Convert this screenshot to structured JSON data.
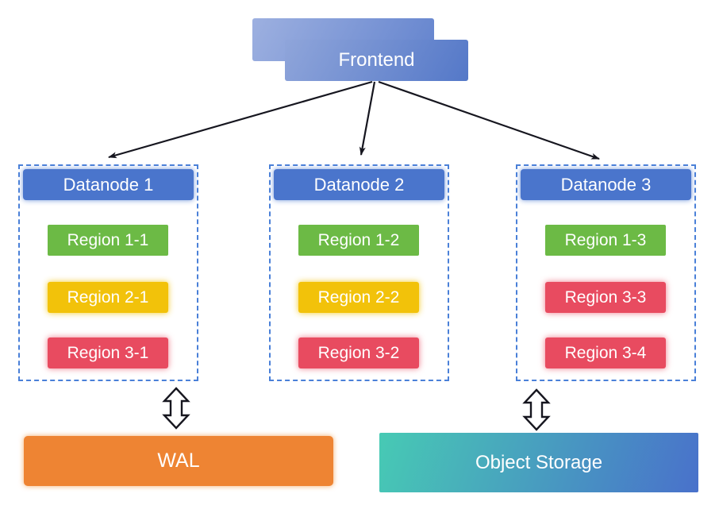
{
  "frontend": {
    "label": "Frontend"
  },
  "datanodes": [
    {
      "label": "Datanode 1",
      "regions": [
        {
          "label": "Region 1-1",
          "color": "green"
        },
        {
          "label": "Region 2-1",
          "color": "yellow"
        },
        {
          "label": "Region 3-1",
          "color": "red"
        }
      ]
    },
    {
      "label": "Datanode 2",
      "regions": [
        {
          "label": "Region 1-2",
          "color": "green"
        },
        {
          "label": "Region 2-2",
          "color": "yellow"
        },
        {
          "label": "Region 3-2",
          "color": "red"
        }
      ]
    },
    {
      "label": "Datanode 3",
      "regions": [
        {
          "label": "Region 1-3",
          "color": "green"
        },
        {
          "label": "Region 3-3",
          "color": "red"
        },
        {
          "label": "Region 3-4",
          "color": "red"
        }
      ]
    }
  ],
  "storage": {
    "wal": {
      "label": "WAL"
    },
    "object_storage": {
      "label": "Object Storage"
    }
  },
  "connections": [
    {
      "from": "Frontend",
      "to": "Datanode 1",
      "type": "arrow"
    },
    {
      "from": "Frontend",
      "to": "Datanode 2",
      "type": "arrow"
    },
    {
      "from": "Frontend",
      "to": "Datanode 3",
      "type": "arrow"
    },
    {
      "from": "Datanode 1",
      "to": "WAL",
      "type": "double-arrow"
    },
    {
      "from": "Datanode 3",
      "to": "Object Storage",
      "type": "double-arrow"
    }
  ],
  "colors": {
    "region_green": "#6cba45",
    "region_yellow": "#f2c20a",
    "region_red": "#e84b60",
    "datanode_header": "#4a75cc",
    "container_border": "#4a80d8",
    "wal_orange": "#ee8433",
    "object_storage_teal": "#47cab4",
    "object_storage_blue": "#4971cb",
    "frontend_blue_light": "#8fa5da",
    "frontend_blue_dark": "#5478c8",
    "arrow": "#16161f"
  }
}
